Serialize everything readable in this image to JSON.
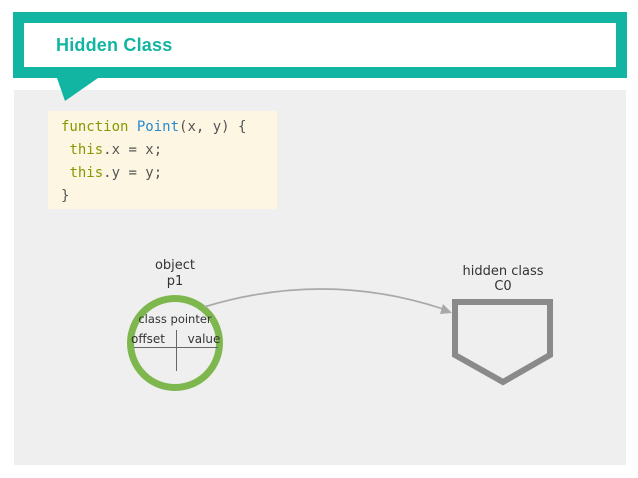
{
  "header": {
    "title": "Hidden Class"
  },
  "colors": {
    "teal": "#12b5a2",
    "bg": "#efefef",
    "green": "#7eb74e",
    "pent": "#8a8a8a",
    "arrow": "#a9a9a9",
    "codebg": "#fdf6e3",
    "kw": "#859900",
    "fn": "#268bd2",
    "code": "#555555",
    "text": "#333333"
  },
  "code": {
    "lines": [
      {
        "tokens": [
          {
            "text": "function",
            "type": "kw"
          },
          {
            "text": " ",
            "type": "plain"
          },
          {
            "text": "Point",
            "type": "fn"
          },
          {
            "text": "(x, y) {",
            "type": "plain"
          }
        ]
      },
      {
        "tokens": [
          {
            "text": " ",
            "type": "plain"
          },
          {
            "text": "this",
            "type": "kw"
          },
          {
            "text": ".x = x;",
            "type": "plain"
          }
        ]
      },
      {
        "tokens": [
          {
            "text": " ",
            "type": "plain"
          },
          {
            "text": "this",
            "type": "kw"
          },
          {
            "text": ".y = y;",
            "type": "plain"
          }
        ]
      },
      {
        "tokens": [
          {
            "text": "}",
            "type": "plain"
          }
        ]
      }
    ]
  },
  "diagram": {
    "object": {
      "label": "object",
      "name": "p1",
      "pointer_label": "class pointer",
      "columns": [
        "offset",
        "value"
      ]
    },
    "hidden_class": {
      "label": "hidden class",
      "name": "C0"
    }
  }
}
